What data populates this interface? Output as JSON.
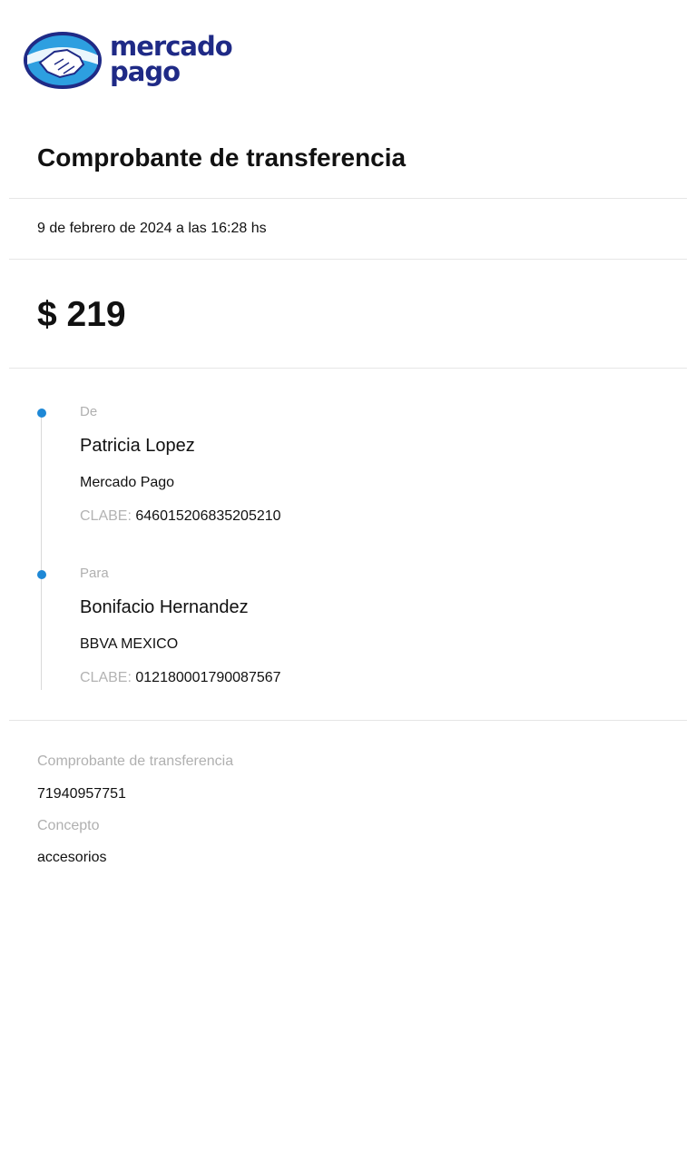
{
  "logo": {
    "line1": "mercado",
    "line2": "pago",
    "colors": {
      "navy": "#1f2a86",
      "blue": "#2d9fe0"
    }
  },
  "title": "Comprobante de transferencia",
  "date": "9 de febrero de 2024 a las 16:28 hs",
  "amount": "$ 219",
  "from": {
    "label": "De",
    "name": "Patricia Lopez",
    "bank": "Mercado Pago",
    "clabe_label": "CLABE:",
    "clabe": "646015206835205210"
  },
  "to": {
    "label": "Para",
    "name": "Bonifacio Hernandez",
    "bank": "BBVA MEXICO",
    "clabe_label": "CLABE:",
    "clabe": "012180001790087567"
  },
  "details": {
    "receipt_label": "Comprobante de transferencia",
    "receipt_value": "71940957751",
    "concept_label": "Concepto",
    "concept_value": "accesorios"
  }
}
